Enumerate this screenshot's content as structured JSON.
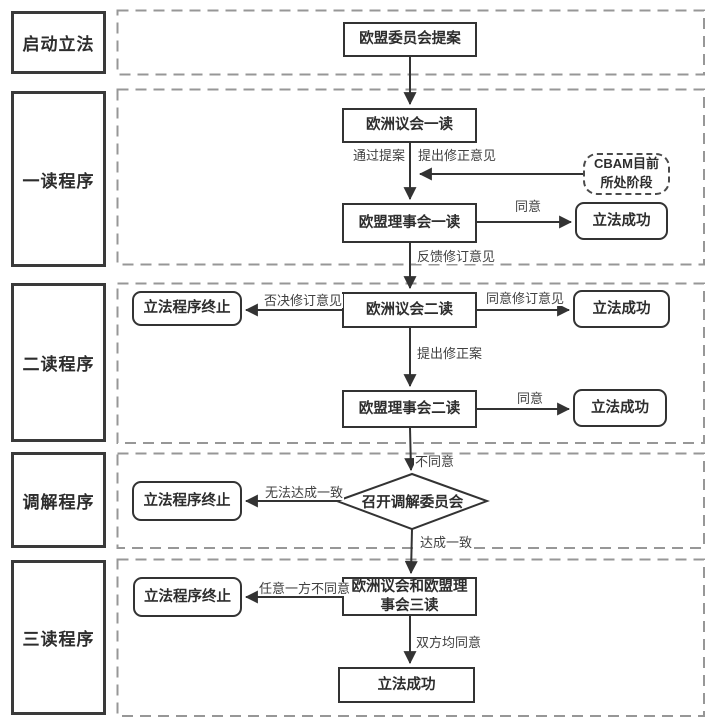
{
  "figure": {
    "description_zh": "欧盟立法程序流程图（CBAM）",
    "colors": {
      "solid_line": "#333333",
      "dashed_region": "#979797",
      "text": "#2d2d2d",
      "background": "#ffffff"
    }
  },
  "stages": [
    {
      "label": "启动立法"
    },
    {
      "label": "一读程序"
    },
    {
      "label": "二读程序"
    },
    {
      "label": "调解程序"
    },
    {
      "label": "三读程序"
    }
  ],
  "nodes": {
    "proposal": "欧盟委员会提案",
    "ep_first": "欧洲议会一读",
    "council_first": "欧盟理事会一读",
    "cbam_callout": "CBAM目前 所处阶段",
    "success_1": "立法成功",
    "terminate_1": "立法程序终止",
    "ep_second": "欧洲议会二读",
    "success_2": "立法成功",
    "council_second": "欧盟理事会二读",
    "success_3": "立法成功",
    "conciliation": "召开调解委员会",
    "terminate_2": "立法程序终止",
    "third_reading": "欧洲议会和欧盟理事会三读",
    "terminate_3": "立法程序终止",
    "success_final": "立法成功"
  },
  "edges": {
    "pass_proposal": "通过提案",
    "propose_amendments": "提出修正意见",
    "agree_1": "同意",
    "feedback_revision": "反馈修订意见",
    "reject_revision": "否决修订意见",
    "agree_revision": "同意修订意见",
    "propose_amendment_bill": "提出修正案",
    "agree_2": "同意",
    "disagree": "不同意",
    "no_agreement": "无法达成一致",
    "reach_agreement": "达成一致",
    "either_disagree": "任意一方不同意",
    "both_agree": "双方均同意"
  }
}
